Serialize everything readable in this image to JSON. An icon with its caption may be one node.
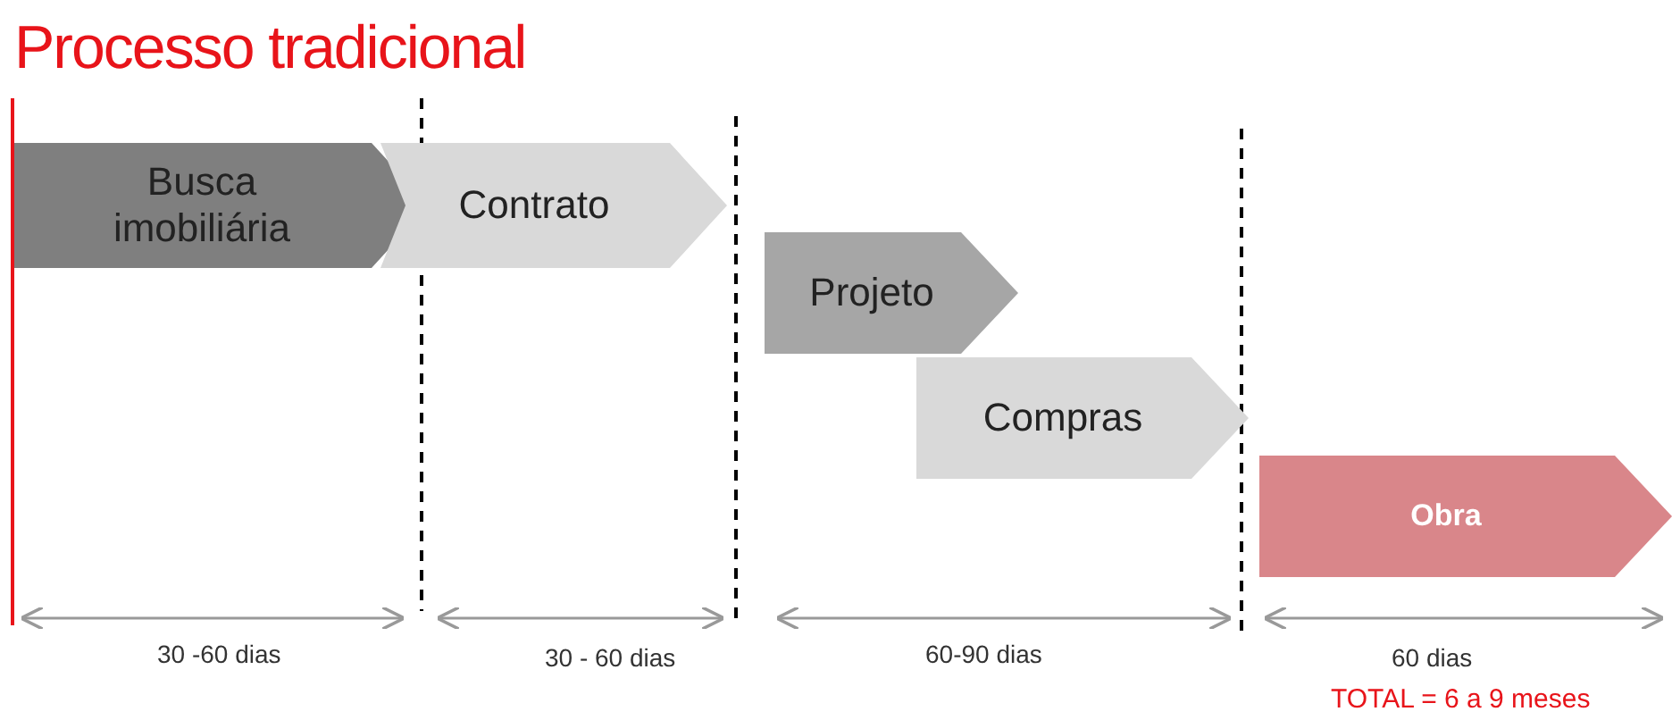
{
  "diagram": {
    "title": "Processo tradicional",
    "nodes": [
      {
        "text": [
          "Busca imobiliária"
        ]
      },
      {
        "text": [
          "Contrato"
        ]
      },
      {
        "text": [
          "Projeto"
        ]
      },
      {
        "text": [
          "Compras"
        ]
      },
      {
        "text": [
          "Obra"
        ]
      }
    ],
    "labels": [
      "30 -60 dias",
      "30 - 60 dias",
      "60-90 dias",
      "60 dias",
      "TOTAL = 6 a 9  meses"
    ]
  }
}
